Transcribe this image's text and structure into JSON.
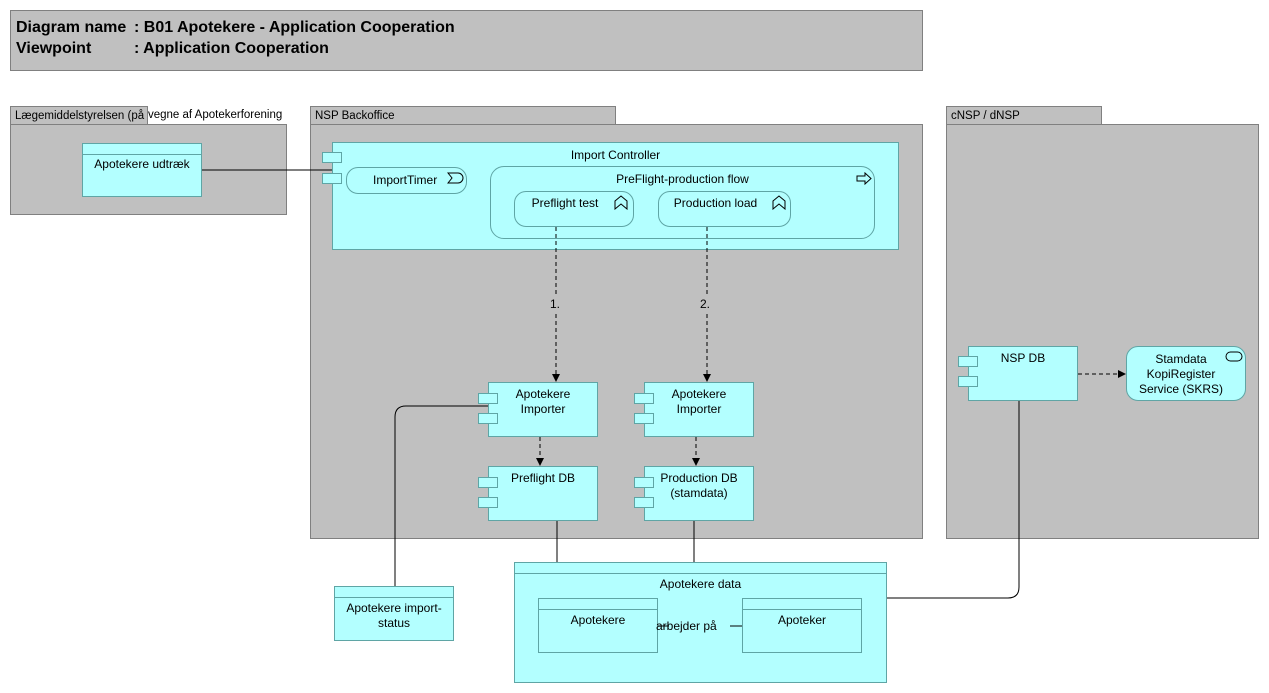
{
  "header": {
    "diagram_name_label": "Diagram name",
    "diagram_name_value": ": B01 Apotekere - Application Cooperation",
    "viewpoint_label": "Viewpoint",
    "viewpoint_value": ": Application Cooperation"
  },
  "groups": {
    "laegemiddel": {
      "title": "Lægemiddelstyrelsen (på",
      "title_overflow": "vegne af Apotekerforening",
      "items": {
        "udtraek": "Apotekere udtræk"
      }
    },
    "nsp_backoffice": {
      "title": "NSP Backoffice"
    },
    "cnsp": {
      "title": "cNSP / dNSP"
    }
  },
  "import_controller": {
    "title": "Import Controller",
    "timer": "ImportTimer",
    "flow": {
      "title": "PreFlight-production flow",
      "preflight_test": "Preflight test",
      "production_load": "Production load"
    }
  },
  "components": {
    "importer1": {
      "line1": "Apotekere",
      "line2": "Importer"
    },
    "importer2": {
      "line1": "Apotekere",
      "line2": "Importer"
    },
    "preflight_db": {
      "line1": "Preflight DB"
    },
    "production_db": {
      "line1": "Production DB",
      "line2": "(stamdata)"
    },
    "nsp_db": {
      "line1": "NSP DB"
    }
  },
  "service": {
    "line1": "Stamdata",
    "line2": "KopiRegister",
    "line3": "Service (SKRS)"
  },
  "import_status": {
    "line1": "Apotekere import-",
    "line2": "status"
  },
  "apotekere_data": {
    "title": "Apotekere data",
    "obj1": "Apotekere",
    "obj2": "Apoteker",
    "relation": "arbejder på"
  },
  "flow_labels": {
    "step1": "1.",
    "step2": "2."
  },
  "colors": {
    "group_fill": "#c0c0c0",
    "application_fill": "#b3ffff",
    "application_border": "#5fa5a5",
    "line": "#000000"
  },
  "icons": {
    "component": "component-icon",
    "event": "event-icon",
    "process": "process-arrow-icon",
    "function": "function-chevron-icon",
    "service": "service-icon"
  }
}
